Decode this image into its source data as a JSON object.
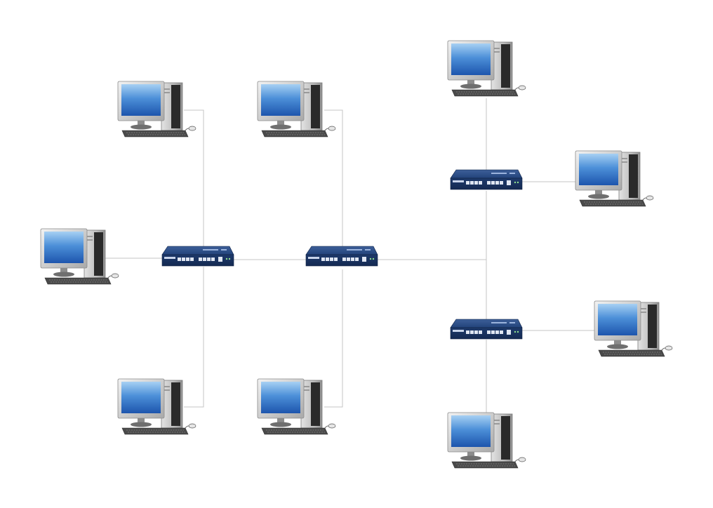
{
  "diagram": {
    "type": "network-topology",
    "colors": {
      "background": "#ffffff",
      "link": "#c4c4c4",
      "switch_body": "#1f3b6e",
      "monitor_screen": "#3a7bd5",
      "monitor_frame": "#d8d8d8",
      "tower": "#c9c9c9"
    },
    "node_types": {
      "pc": "desktop-computer-icon",
      "switch": "network-switch-icon"
    },
    "nodes": [
      {
        "id": "pc-1",
        "type": "pc"
      },
      {
        "id": "pc-2",
        "type": "pc"
      },
      {
        "id": "pc-3",
        "type": "pc"
      },
      {
        "id": "pc-4",
        "type": "pc"
      },
      {
        "id": "pc-5",
        "type": "pc"
      },
      {
        "id": "pc-6",
        "type": "pc"
      },
      {
        "id": "pc-7",
        "type": "pc"
      },
      {
        "id": "pc-8",
        "type": "pc"
      },
      {
        "id": "pc-9",
        "type": "pc"
      },
      {
        "id": "switch-a",
        "type": "switch"
      },
      {
        "id": "switch-b",
        "type": "switch"
      },
      {
        "id": "switch-c",
        "type": "switch"
      },
      {
        "id": "switch-d",
        "type": "switch"
      }
    ],
    "links": [
      [
        "pc-1",
        "switch-a"
      ],
      [
        "pc-2",
        "switch-a"
      ],
      [
        "pc-3",
        "switch-a"
      ],
      [
        "switch-a",
        "switch-b"
      ],
      [
        "pc-4",
        "switch-b"
      ],
      [
        "pc-5",
        "switch-b"
      ],
      [
        "switch-b",
        "switch-c"
      ],
      [
        "switch-b",
        "switch-d"
      ],
      [
        "pc-6",
        "switch-c"
      ],
      [
        "pc-7",
        "switch-c"
      ],
      [
        "pc-8",
        "switch-d"
      ],
      [
        "pc-9",
        "switch-d"
      ]
    ]
  }
}
